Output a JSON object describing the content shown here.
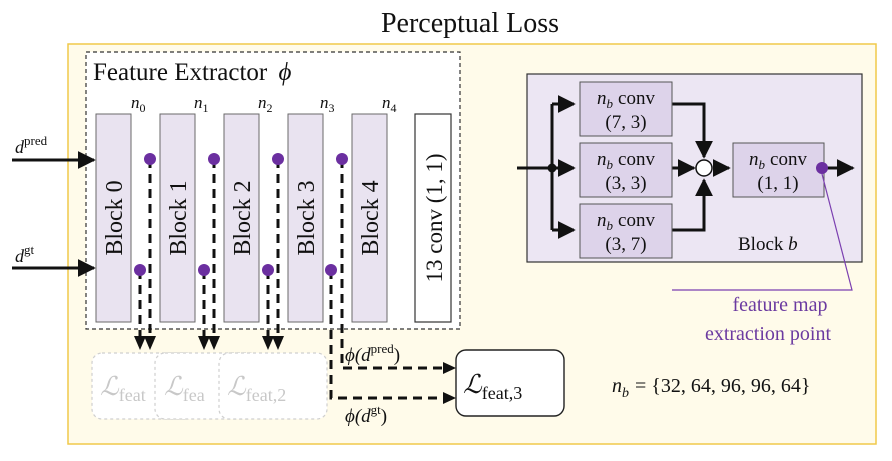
{
  "title": "Perceptual Loss",
  "feature_extractor": {
    "label": "Feature Extractor",
    "phi": "ϕ"
  },
  "inputs": {
    "pred": {
      "base": "d",
      "sup": "pred"
    },
    "gt": {
      "base": "d",
      "sup": "gt"
    }
  },
  "blocks": [
    {
      "label": "Block 0",
      "n_base": "n",
      "n_sub": "0"
    },
    {
      "label": "Block 1",
      "n_base": "n",
      "n_sub": "1"
    },
    {
      "label": "Block 2",
      "n_base": "n",
      "n_sub": "2"
    },
    {
      "label": "Block 3",
      "n_base": "n",
      "n_sub": "3"
    },
    {
      "label": "Block 4",
      "n_base": "n",
      "n_sub": "4"
    }
  ],
  "final_conv": "13 conv (1, 1)",
  "losses": [
    {
      "base": "ℒ",
      "sub": "feat",
      "faded": true
    },
    {
      "base": "ℒ",
      "sub": "fea",
      "faded": true
    },
    {
      "base": "ℒ",
      "sub": "feat,2",
      "faded": true
    },
    {
      "base": "ℒ",
      "sub": "feat,3",
      "faded": false
    }
  ],
  "phi_labels": {
    "pred": {
      "pre": "ϕ(",
      "base": "d",
      "sup": "pred",
      "post": ")"
    },
    "gt": {
      "pre": "ϕ(",
      "base": "d",
      "sup": "gt",
      "post": ")"
    }
  },
  "block_detail": {
    "convs": [
      {
        "n_base": "n",
        "n_sub": "b",
        "word": "conv",
        "kernel": "(7, 3)"
      },
      {
        "n_base": "n",
        "n_sub": "b",
        "word": "conv",
        "kernel": "(3, 3)"
      },
      {
        "n_base": "n",
        "n_sub": "b",
        "word": "conv",
        "kernel": "(3, 7)"
      }
    ],
    "out_conv": {
      "n_base": "n",
      "n_sub": "b",
      "word": "conv",
      "kernel": "(1, 1)"
    },
    "caption": "Block",
    "caption_var": "b"
  },
  "feature_map_note": {
    "line1": "feature map",
    "line2": "extraction point"
  },
  "nb_formula": {
    "base": "n",
    "sub": "b",
    "rhs": "= {32, 64, 96, 96, 64}"
  },
  "colors": {
    "panel_bg": "#fffbea",
    "panel_border": "#f0c94a",
    "block_fill": "#e9e3f0",
    "block_stroke": "#6a6a6a",
    "detail_bg": "#ece6f3",
    "purple_dot": "#6b2fa0",
    "purple_line": "#7b3fb0"
  }
}
